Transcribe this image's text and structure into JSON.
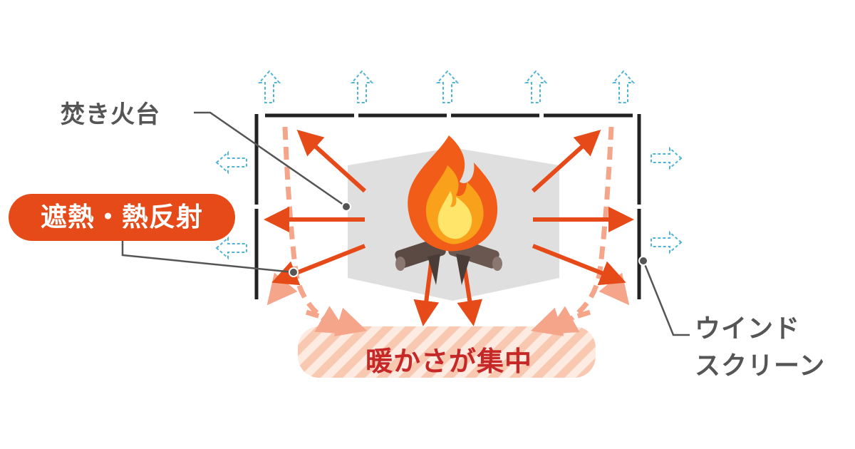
{
  "labels": {
    "firepit": "焚き火台",
    "heat_shield": "遮熱・熱反射",
    "warmth": "暖かさが集中",
    "windscreen_line1": "ウインド",
    "windscreen_line2": "スクリーン"
  },
  "colors": {
    "heat_arrow": "#e64a19",
    "reflect_arrow": "#f4a58a",
    "airflow_arrow": "#4fb3d6",
    "screen": "#222222",
    "leader": "#555555",
    "warm_zone": "#f9c9b3",
    "firepit_panel": "#dcdcdc",
    "flame_outer": "#f25c19",
    "flame_mid": "#f9a11b",
    "flame_inner": "#ffe66b",
    "log": "#5b4a44"
  },
  "icons": [
    "flame-icon",
    "log-icon",
    "airflow-arrow-icon"
  ]
}
